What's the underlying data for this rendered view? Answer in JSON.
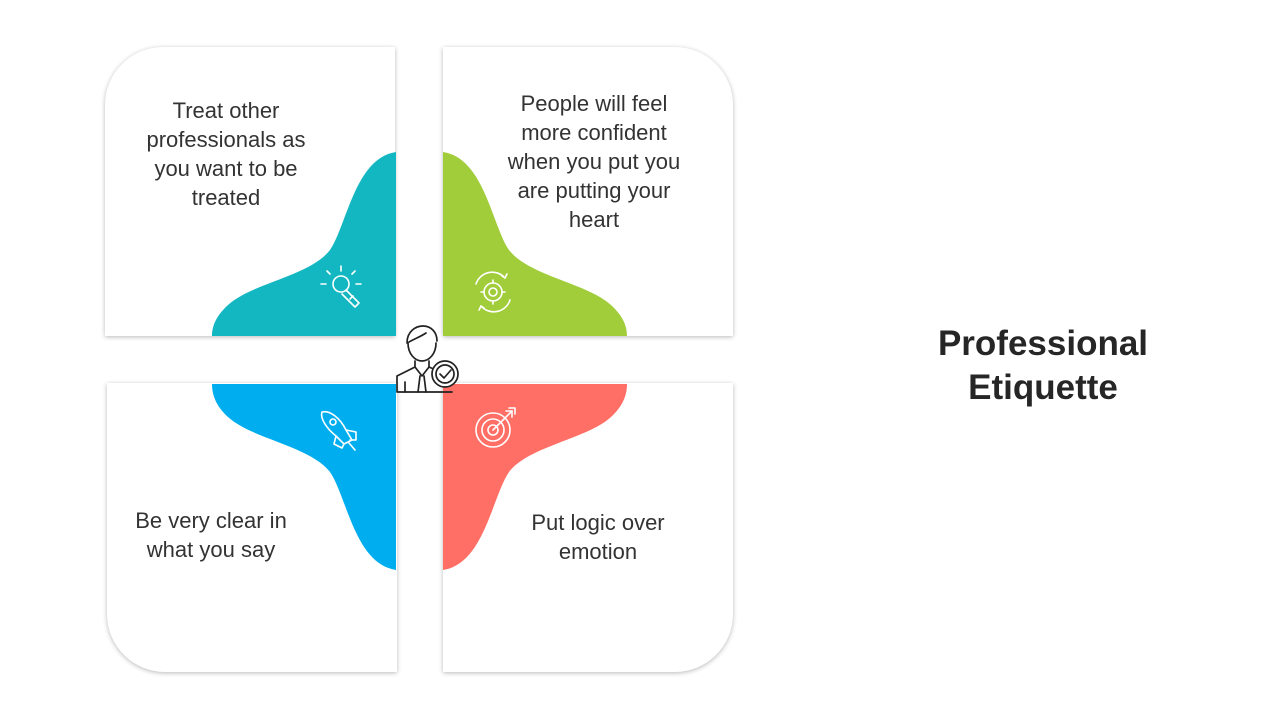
{
  "title": "Professional Etiquette",
  "quadrants": [
    {
      "id": "top-left",
      "text": "Treat other professionals as you want to be treated",
      "color": "#13B7C1",
      "icon": "lightbulb-icon"
    },
    {
      "id": "top-right",
      "text": "People will feel more confident when you put you are putting your heart",
      "color": "#A1CD3A",
      "icon": "gear-icon"
    },
    {
      "id": "bottom-left",
      "text": "Be very clear in what you say",
      "color": "#00AEEF",
      "icon": "rocket-icon"
    },
    {
      "id": "bottom-right",
      "text": "Put logic over emotion",
      "color": "#FF6F66",
      "icon": "target-icon"
    }
  ],
  "center_icon": "professional-person-icon"
}
